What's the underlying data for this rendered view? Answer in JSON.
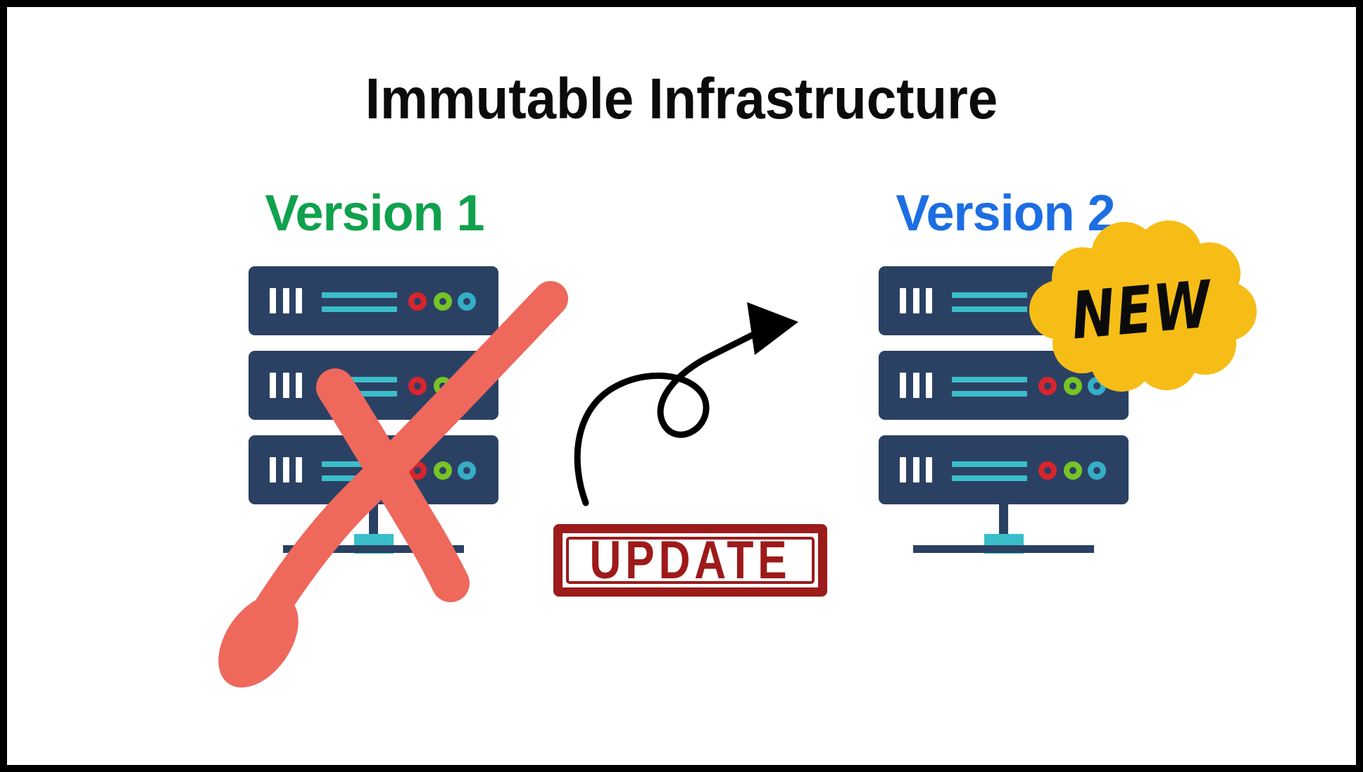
{
  "title": "Immutable Infrastructure",
  "left_stack": {
    "label": "Version 1",
    "label_color": "#10a14d",
    "state": "crossed-out",
    "server_count": 3
  },
  "right_stack": {
    "label": "Version 2",
    "label_color": "#1c6ee2",
    "badge_text": "NEW",
    "server_count": 3
  },
  "stamp_text": "UPDATE",
  "colors": {
    "background": "#ffffff",
    "frame_border": "#000000",
    "title_black": "#0b0b0b",
    "version1_green": "#10a14d",
    "version2_blue": "#1c6ee2",
    "server_navy": "#2b4164",
    "server_cyan": "#3abec9",
    "led_red": "#d8252d",
    "led_green": "#77c425",
    "led_cyan": "#35aec6",
    "cross_coral": "#ee685c",
    "stamp_red": "#9c1b1b",
    "badge_yellow": "#f6bd17",
    "arrow_black": "#000000"
  }
}
